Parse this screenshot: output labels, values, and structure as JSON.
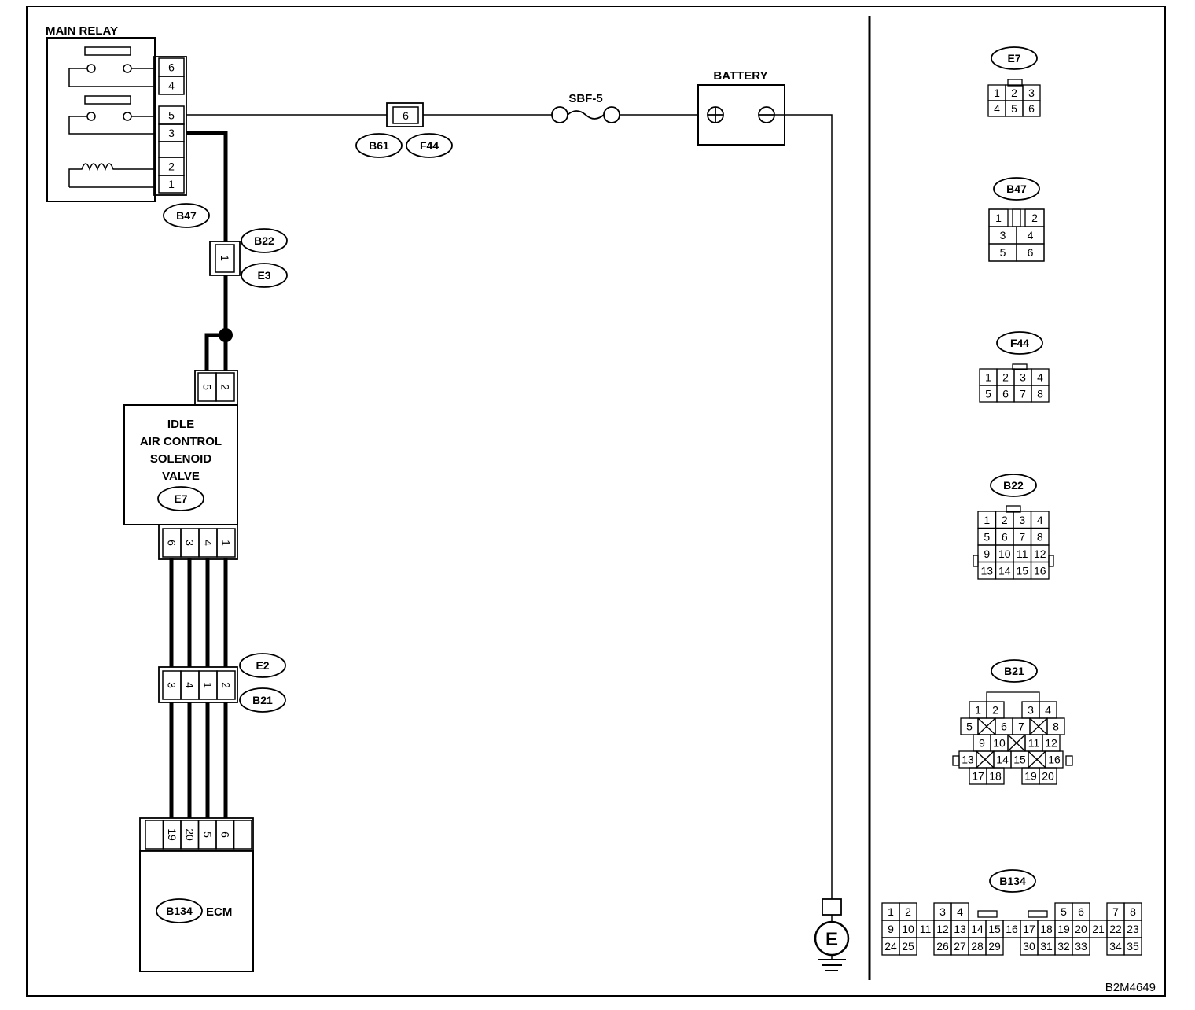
{
  "diagram_code": "B2M4649",
  "main_relay": {
    "title": "MAIN RELAY",
    "pins": [
      "6",
      "4",
      "5",
      "3",
      "",
      "2",
      "1"
    ],
    "tag": "B47"
  },
  "fuse_connector": {
    "pin": "6",
    "tags": [
      "B61",
      "F44"
    ]
  },
  "fuse": {
    "label": "SBF-5"
  },
  "battery": {
    "label": "BATTERY",
    "plus": "⊕",
    "minus": "⊖"
  },
  "inline_b22": {
    "pin": "1",
    "tags": [
      "B22",
      "E3"
    ]
  },
  "iacv": {
    "title_lines": [
      "IDLE",
      "AIR CONTROL",
      "SOLENOID",
      "VALVE"
    ],
    "tag": "E7",
    "top_pins": [
      "5",
      "2"
    ],
    "bottom_pins": [
      "6",
      "3",
      "4",
      "1"
    ]
  },
  "inline_e2": {
    "pins": [
      "3",
      "4",
      "1",
      "2"
    ],
    "tags": [
      "E2",
      "B21"
    ]
  },
  "ecm": {
    "label": "ECM",
    "tag": "B134",
    "pins": [
      "",
      "19",
      "20",
      "5",
      "6",
      ""
    ]
  },
  "ground": {
    "label": "E"
  },
  "connector_views": [
    {
      "tag": "E7",
      "rows": [
        [
          "1",
          "2",
          "3"
        ],
        [
          "4",
          "5",
          "6"
        ]
      ]
    },
    {
      "tag": "B47",
      "rows": [
        [
          "1",
          "",
          "2"
        ],
        [
          "3",
          "4"
        ],
        [
          "5",
          "6"
        ]
      ]
    },
    {
      "tag": "F44",
      "rows": [
        [
          "1",
          "2",
          "3",
          "4"
        ],
        [
          "5",
          "6",
          "7",
          "8"
        ]
      ]
    },
    {
      "tag": "B22",
      "rows": [
        [
          "1",
          "2",
          "3",
          "4"
        ],
        [
          "5",
          "6",
          "7",
          "8"
        ],
        [
          "9",
          "10",
          "11",
          "12"
        ],
        [
          "13",
          "14",
          "15",
          "16"
        ]
      ]
    },
    {
      "tag": "B21",
      "rows": [
        [
          "1",
          "2",
          "3",
          "4"
        ],
        [
          "5",
          "X",
          "6",
          "7",
          "X",
          "8"
        ],
        [
          "9",
          "10",
          "X",
          "11",
          "12"
        ],
        [
          "13",
          "X",
          "14",
          "15",
          "X",
          "16"
        ],
        [
          "17",
          "18",
          "19",
          "20"
        ]
      ]
    },
    {
      "tag": "B134",
      "rows": [
        [
          "1",
          "2",
          "3",
          "4",
          "5",
          "6",
          "7",
          "8"
        ],
        [
          "9",
          "10",
          "11",
          "12",
          "13",
          "14",
          "15",
          "16",
          "17",
          "18",
          "19",
          "20",
          "21",
          "22",
          "23"
        ],
        [
          "24",
          "25",
          "26",
          "27",
          "28",
          "29",
          "30",
          "31",
          "32",
          "33",
          "34",
          "35"
        ]
      ]
    }
  ]
}
